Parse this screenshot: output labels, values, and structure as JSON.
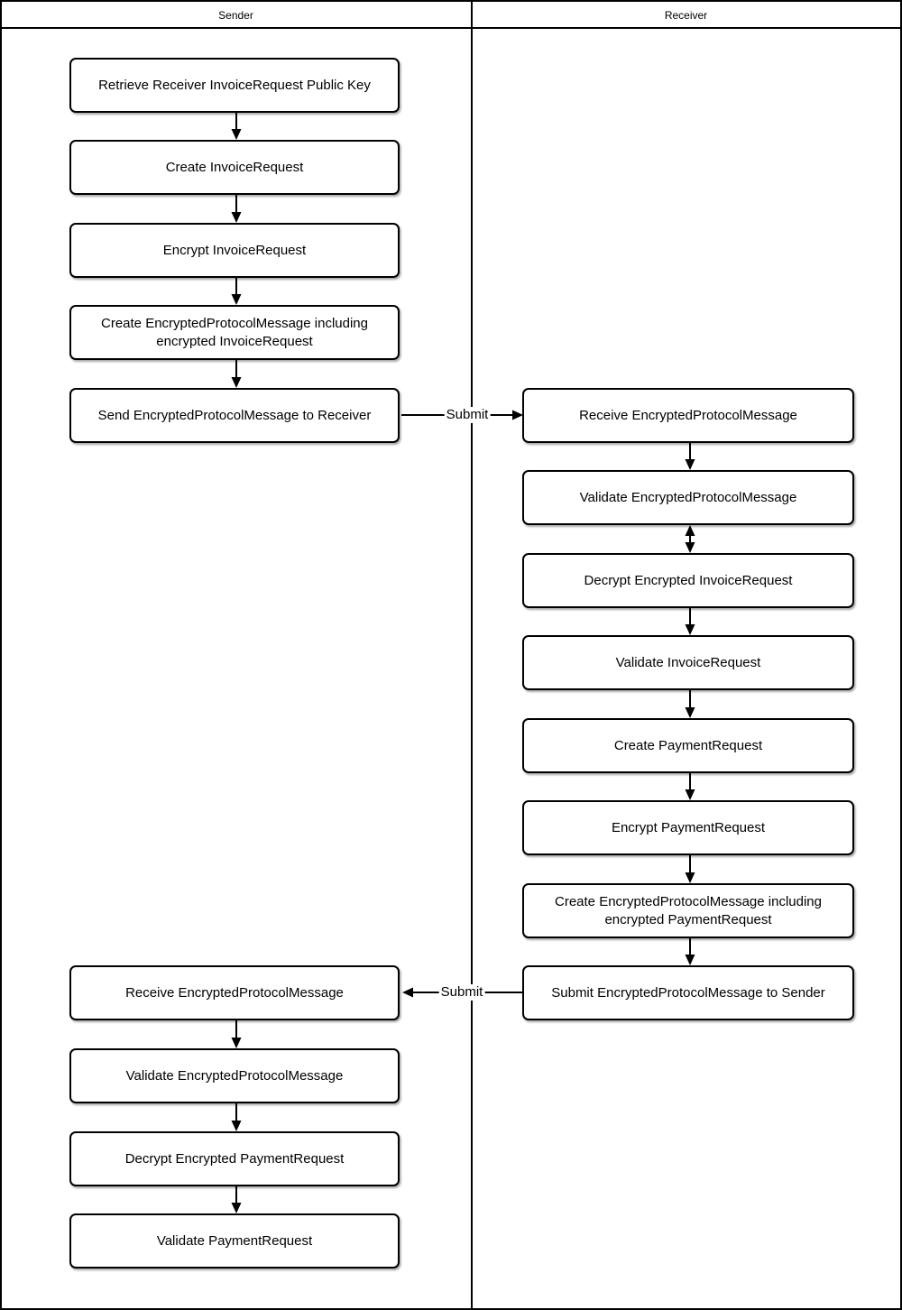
{
  "lanes": {
    "sender": "Sender",
    "receiver": "Receiver"
  },
  "flow": {
    "sender_top": [
      {
        "label": "Retrieve Receiver InvoiceRequest Public Key"
      },
      {
        "label": "Create InvoiceRequest"
      },
      {
        "label": "Encrypt InvoiceRequest"
      },
      {
        "label": "Create EncryptedProtocolMessage including encrypted InvoiceRequest"
      },
      {
        "label": "Send EncryptedProtocolMessage to Receiver"
      }
    ],
    "receiver": [
      {
        "label": "Receive EncryptedProtocolMessage"
      },
      {
        "label": "Validate EncryptedProtocolMessage"
      },
      {
        "label": "Decrypt Encrypted InvoiceRequest"
      },
      {
        "label": "Validate InvoiceRequest"
      },
      {
        "label": "Create PaymentRequest"
      },
      {
        "label": "Encrypt PaymentRequest"
      },
      {
        "label": "Create EncryptedProtocolMessage including encrypted PaymentRequest"
      },
      {
        "label": "Submit EncryptedProtocolMessage to Sender"
      }
    ],
    "sender_bottom": [
      {
        "label": "Receive EncryptedProtocolMessage"
      },
      {
        "label": "Validate EncryptedProtocolMessage"
      },
      {
        "label": "Decrypt Encrypted PaymentRequest"
      },
      {
        "label": "Validate PaymentRequest"
      }
    ]
  },
  "connectors": {
    "sender_to_receiver_label": "Submit",
    "receiver_to_sender_label": "Submit"
  },
  "colors": {
    "line": "#000000",
    "background": "#ffffff"
  }
}
